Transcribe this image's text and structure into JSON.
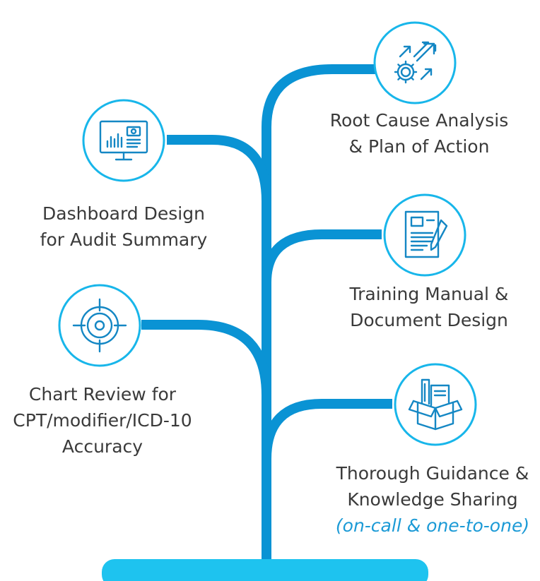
{
  "colors": {
    "branch": "#0a93d4",
    "branch_light": "#2eb6e8",
    "base": "#1ec3ef",
    "circle_stroke": "#18b6ea",
    "icon": "#1487c4",
    "label": "#3a3a3a",
    "accent_text": "#1b9ad6"
  },
  "nodes": {
    "root_cause": {
      "icon": "gear-arrows-icon",
      "lines": [
        "Root Cause Analysis",
        "& Plan of Action"
      ]
    },
    "dashboard": {
      "icon": "dashboard-monitor-icon",
      "lines": [
        "Dashboard Design",
        "for Audit Summary"
      ]
    },
    "training": {
      "icon": "document-pen-icon",
      "lines": [
        "Training Manual &",
        "Document Design"
      ]
    },
    "chart_review": {
      "icon": "target-icon",
      "lines": [
        "Chart Review for",
        "CPT/modifier/ICD-10",
        "Accuracy"
      ]
    },
    "guidance": {
      "icon": "knowledge-box-icon",
      "lines": [
        "Thorough Guidance &",
        "Knowledge Sharing"
      ],
      "note": "(on-call & one-to-one)"
    }
  }
}
